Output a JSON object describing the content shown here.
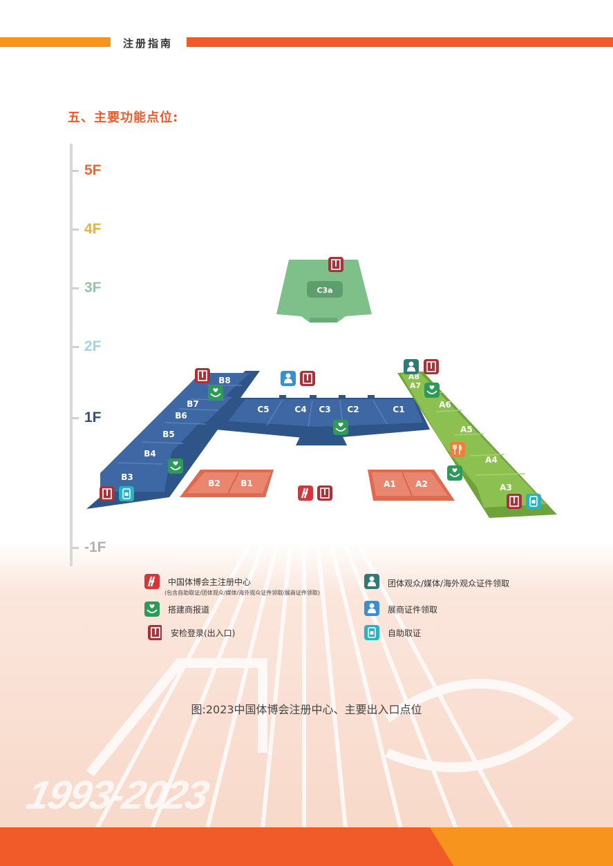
{
  "header": {
    "title": "注册指南"
  },
  "section": {
    "title": "五、主要功能点位:"
  },
  "floors": [
    {
      "label": "5F",
      "color": "#e8692f"
    },
    {
      "label": "4F",
      "color": "#e7b33a"
    },
    {
      "label": "3F",
      "color": "#8fc9a0"
    },
    {
      "label": "2F",
      "color": "#9fd3ea"
    },
    {
      "label": "1F",
      "color": "#2e4f86"
    },
    {
      "label": "-1F",
      "color": "#b0b0b0"
    }
  ],
  "halls": {
    "c3a": "C3a",
    "b8": "B8",
    "b7": "B7",
    "b6": "B6",
    "b5": "B5",
    "b4": "B4",
    "b3": "B3",
    "c5": "C5",
    "c4": "C4",
    "c3": "C3",
    "c2": "C2",
    "c1": "C1",
    "b2": "B2",
    "b1": "B1",
    "a1": "A1",
    "a2": "A2",
    "a8": "A8",
    "a7": "A7",
    "a6": "A6",
    "a5": "A5",
    "a4": "A4",
    "a3": "A3"
  },
  "legend": {
    "registration": "中国体博会主注册中心",
    "registration_sub": "(包含自助取证/团体观众/媒体/海外观众证件领取/展商证件领取)",
    "builder": "搭建商报道",
    "security": "安检登录(出入口)",
    "group": "团体观众/媒体/海外观众证件领取",
    "exhibitor": "展商证件领取",
    "self_service": "自助取证"
  },
  "caption": "图:2023中国体博会注册中心、主要出入口点位",
  "watermark": "1993-2023",
  "colors": {
    "orange": "#f15a29",
    "amber": "#f7941d",
    "blue": "#3d68a3",
    "blue_dark": "#2e5488",
    "green": "#8cc152",
    "green_dark": "#6ea23a",
    "mint": "#7fbf8a",
    "salmon": "#e9735c",
    "icon_red": "#a8323a",
    "icon_green": "#2e9a5a",
    "icon_teal": "#2f7a73",
    "icon_blue": "#3a8fd1",
    "icon_cyan": "#29b3c2"
  }
}
